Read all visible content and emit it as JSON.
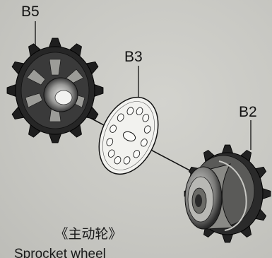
{
  "labels": {
    "b5": "B5",
    "b3": "B3",
    "b2": "B2"
  },
  "caption": {
    "chinese": "《主动轮》",
    "english": "Sprocket wheel"
  },
  "colors": {
    "background": "#c9c9c4",
    "part_dark": "#1c1c1c",
    "part_mid": "#4a4a4a",
    "part_light": "#8a8a8a",
    "line": "#111111"
  }
}
